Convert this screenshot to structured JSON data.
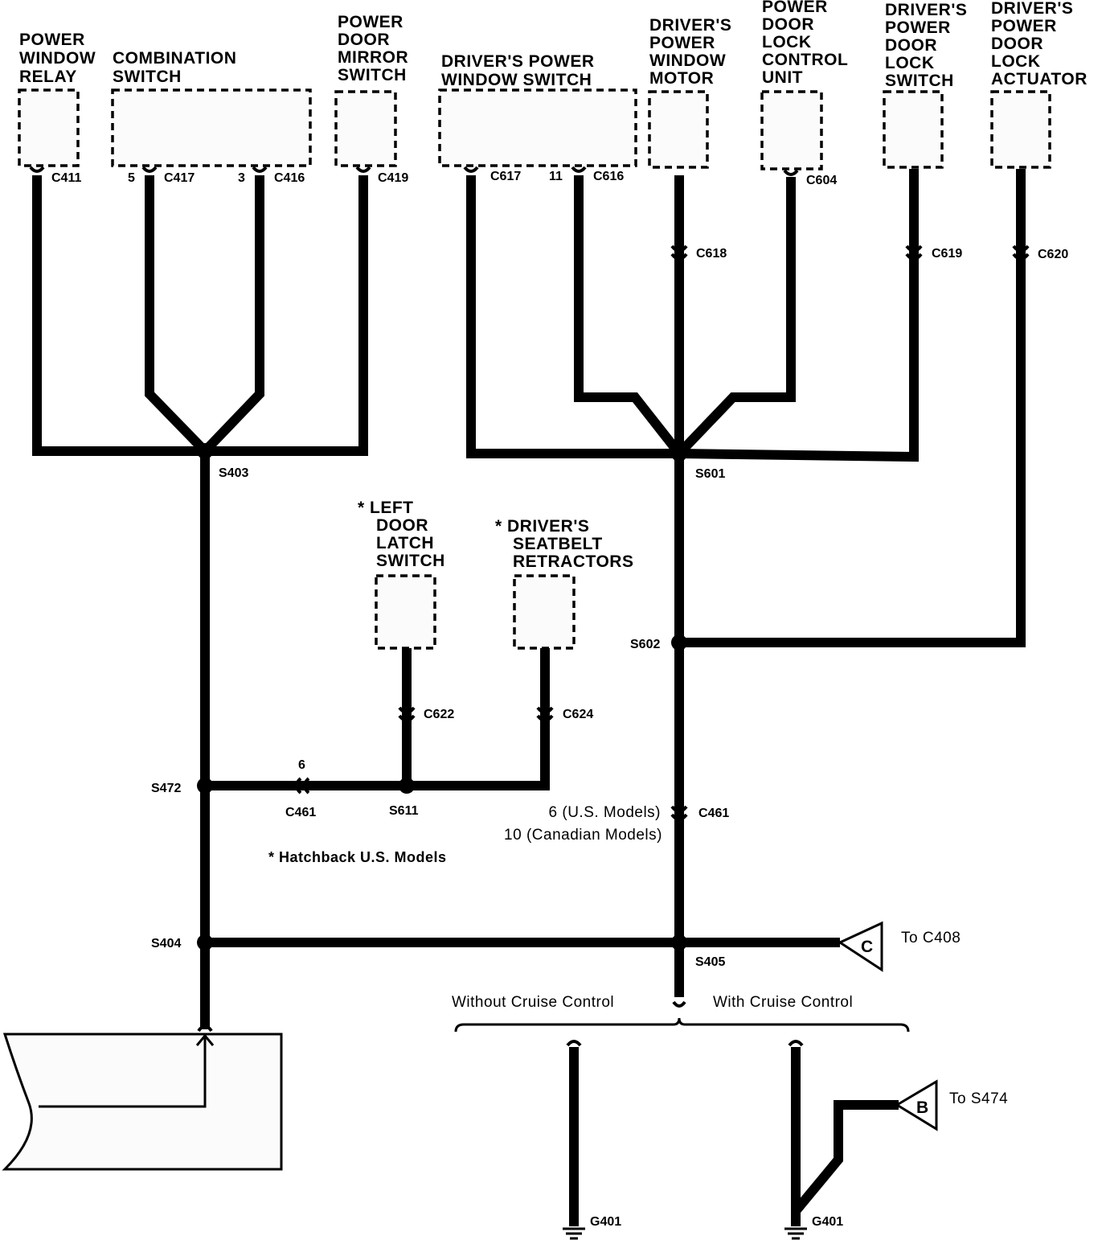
{
  "components": {
    "power_window_relay": "POWER\nWINDOW\nRELAY",
    "combination_switch": "COMBINATION\nSWITCH",
    "power_door_mirror_switch": "POWER\nDOOR\nMIRROR\nSWITCH",
    "drivers_power_window_switch": "DRIVER'S POWER\nWINDOW SWITCH",
    "drivers_power_window_motor": "DRIVER'S\nPOWER\nWINDOW\nMOTOR",
    "power_door_lock_control_unit": "POWER\nDOOR\nLOCK\nCONTROL\nUNIT",
    "drivers_power_door_lock_switch": "DRIVER'S\nPOWER\nDOOR\nLOCK\nSWITCH",
    "drivers_power_door_lock_actuator": "DRIVER'S\nPOWER\nDOOR\nLOCK\nACTUATOR",
    "left_door_latch_switch": "* LEFT\nDOOR\nLATCH\nSWITCH",
    "drivers_seatbelt_retractors": "* DRIVER'S\nSEATBELT\nRETRACTORS"
  },
  "connectors": {
    "c411": "C411",
    "c417": "C417",
    "c417_pin": "5",
    "c416": "C416",
    "c416_pin": "3",
    "c419": "C419",
    "c617": "C617",
    "c616": "C616",
    "c616_pin": "11",
    "c604": "C604",
    "c618": "C618",
    "c619": "C619",
    "c620": "C620",
    "c622": "C622",
    "c624": "C624",
    "c461_left": "C461",
    "c461_left_pin": "6",
    "c461_right": "C461"
  },
  "splices": {
    "s403": "S403",
    "s601": "S601",
    "s602": "S602",
    "s472": "S472",
    "s611": "S611",
    "s404": "S404",
    "s405": "S405"
  },
  "notes": {
    "us_models": "6 (U.S. Models)",
    "canadian_models": "10 (Canadian Models)",
    "hatchback": "*  Hatchback U.S. Models",
    "without_cruise": "Without Cruise Control",
    "with_cruise": "With Cruise Control"
  },
  "offpage": {
    "c_letter": "C",
    "c_dest": "To C408",
    "b_letter": "B",
    "b_dest": "To S474"
  },
  "grounds": {
    "g401_left": "G401",
    "g401_right": "G401"
  }
}
